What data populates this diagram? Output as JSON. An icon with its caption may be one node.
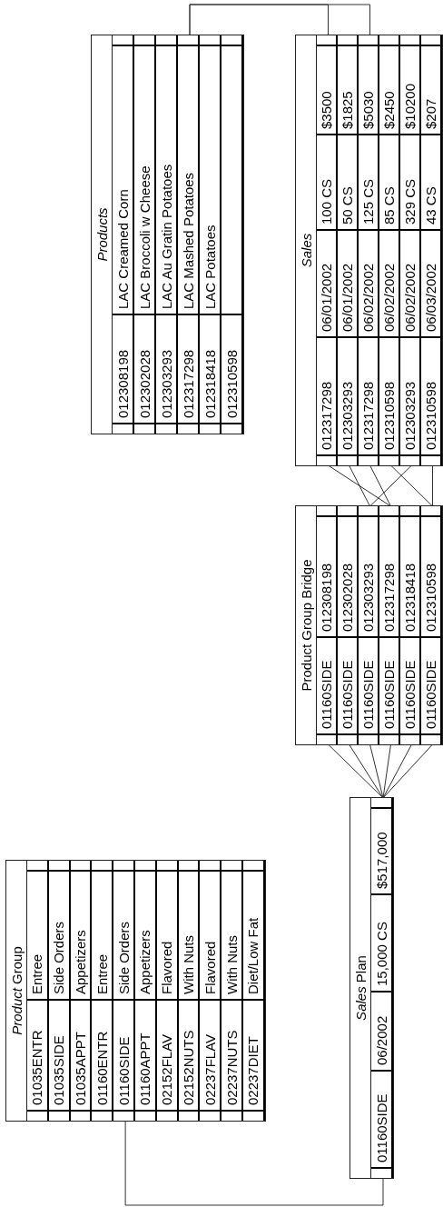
{
  "diagram": {
    "nodes": [
      {
        "text": [
          "*Product* Group"
        ]
      },
      {
        "text": [
          "01035ENTR",
          "Entree"
        ],
        "in": 0
      },
      {
        "text": [
          "01035SIDE",
          "Side Orders"
        ],
        "in": 0
      },
      {
        "text": [
          "01035APPT",
          "Appetizers"
        ],
        "in": 0
      },
      {
        "text": [
          "01160ENTR",
          "Entree"
        ],
        "in": 0
      },
      {
        "text": [
          "01160SIDE",
          "Side Orders"
        ],
        "in": 0
      },
      {
        "text": [
          "01160APPT",
          "Appetizers"
        ],
        "in": 0
      },
      {
        "text": [
          "02152FLAV",
          "Flavored"
        ],
        "in": 0
      },
      {
        "text": [
          "02152NUTS",
          "With Nuts"
        ],
        "in": 0
      },
      {
        "text": [
          "02237FLAV",
          "Flavored"
        ],
        "in": 0
      },
      {
        "text": [
          "02237NUTS",
          "With Nuts"
        ],
        "in": 0
      },
      {
        "text": [
          "02237DIET",
          "Diet/Low Fat"
        ],
        "in": 0
      },
      {
        "text": [
          "*Sales* Plan"
        ]
      },
      {
        "text": [
          "01160SIDE",
          "06/2002",
          "15,000 CS",
          "$517,000"
        ],
        "in": 12
      },
      {
        "text": [
          "Product Group Bridge"
        ]
      },
      {
        "text": [
          "01160SIDE",
          "012308198"
        ],
        "in": 14
      },
      {
        "text": [
          "01160SIDE",
          "012302028"
        ],
        "in": 14
      },
      {
        "text": [
          "01160SIDE",
          "012303293"
        ],
        "in": 14
      },
      {
        "text": [
          "01160SIDE",
          "012317298"
        ],
        "in": 14
      },
      {
        "text": [
          "01160SIDE",
          "012318418"
        ],
        "in": 14
      },
      {
        "text": [
          "01160SIDE",
          "012310598"
        ],
        "in": 14
      },
      {
        "text": [
          "Products"
        ]
      },
      {
        "text": [
          "012308198",
          "LAC Creamed Corn"
        ],
        "in": 21
      },
      {
        "text": [
          "012302028",
          "LAC Broccoli w Cheese"
        ],
        "in": 21
      },
      {
        "text": [
          "012303293",
          "LAC Au Gratin Potatoes"
        ],
        "in": 21
      },
      {
        "text": [
          "012317298",
          "LAC Mashed Potatoes"
        ],
        "in": 21
      },
      {
        "text": [
          "012318418",
          "LAC Potatoes"
        ],
        "in": 21
      },
      {
        "text": [
          "012310598"
        ],
        "in": 21
      },
      {
        "text": [
          "Sales"
        ]
      },
      {
        "text": [
          "012317298",
          "06/01/2002",
          "100 CS",
          "$3500"
        ],
        "in": 28
      },
      {
        "text": [
          "012303293",
          "06/01/2002",
          "50 CS",
          "$1825"
        ],
        "in": 28
      },
      {
        "text": [
          "012317298",
          "06/02/2002",
          "125 CS",
          "$5030"
        ],
        "in": 28
      },
      {
        "text": [
          "012310598",
          "06/02/2002",
          "85 CS",
          "$2450"
        ],
        "in": 28
      },
      {
        "text": [
          "012303293",
          "06/02/2002",
          "329 CS",
          "$10200"
        ],
        "in": 28
      },
      {
        "text": [
          "012310598",
          "06/03/2002",
          "43 CS",
          "$207"
        ],
        "in": 28
      }
    ],
    "edges": [
      {
        "from": 5,
        "to": 13,
        "arrow": "none"
      },
      {
        "from": 13,
        "to": 15,
        "arrow": "none"
      },
      {
        "from": 13,
        "to": 16,
        "arrow": "none"
      },
      {
        "from": 13,
        "to": 17,
        "arrow": "none"
      },
      {
        "from": 13,
        "to": 18,
        "arrow": "none"
      },
      {
        "from": 13,
        "to": 19,
        "arrow": "none"
      },
      {
        "from": 13,
        "to": 20,
        "arrow": "none"
      },
      {
        "from": 29,
        "to": 18,
        "arrow": "none"
      },
      {
        "from": 30,
        "to": 17,
        "arrow": "none"
      },
      {
        "from": 31,
        "to": 18,
        "arrow": "none"
      },
      {
        "from": 32,
        "to": 20,
        "arrow": "none"
      },
      {
        "from": 33,
        "to": 17,
        "arrow": "none"
      },
      {
        "from": 34,
        "to": 20,
        "arrow": "none"
      },
      {
        "from": 25,
        "to": 29,
        "arrow": "none"
      },
      {
        "from": 25,
        "to": 31,
        "arrow": "none"
      }
    ]
  }
}
